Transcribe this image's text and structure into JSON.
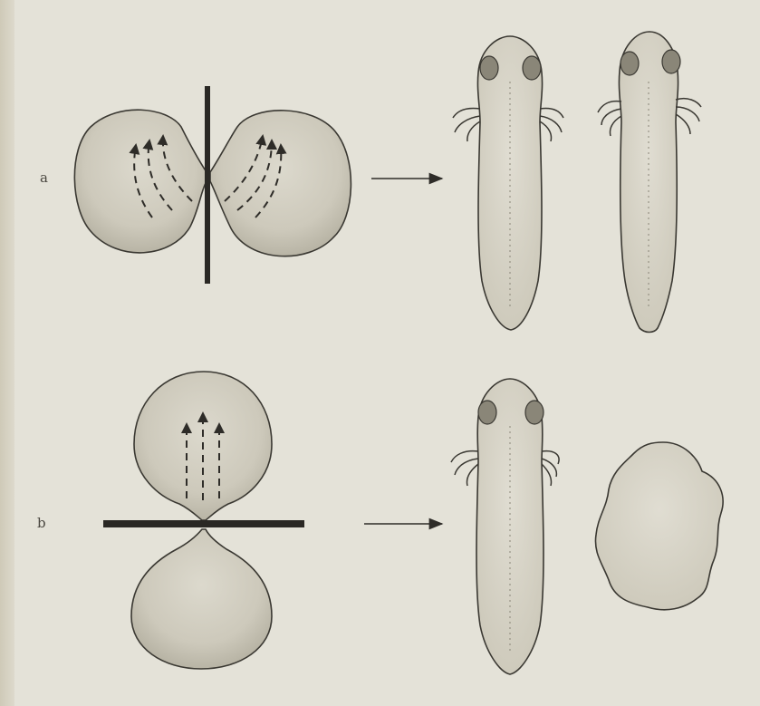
{
  "labels": {
    "row_a": "a",
    "row_b": "b"
  },
  "colors": {
    "background": "#e4e2d8",
    "ink": "#2e2c28",
    "stipple": "#9e9a8c"
  },
  "icons": {
    "arrow": "right-arrow-icon",
    "constriction": "ligature-bar"
  }
}
